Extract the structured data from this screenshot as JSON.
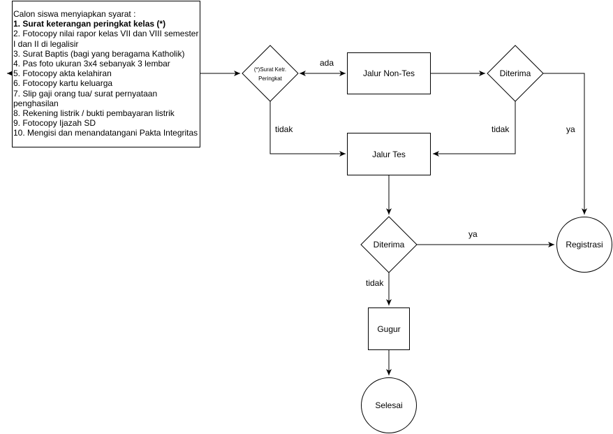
{
  "requirements": {
    "intro": "Calon siswa menyiapkan syarat :",
    "items": [
      "1. Surat keterangan peringkat kelas (*)",
      "2. Fotocopy nilai rapor kelas VII dan VIII semester I dan II di legalisir",
      "3. Surat Baptis (bagi yang beragama Katholik)",
      "4. Pas foto ukuran 3x4 sebanyak 3 lembar",
      "5. Fotocopy akta kelahiran",
      "6. Fotocopy kartu keluarga",
      "7. Slip gaji orang tua/ surat pernyataan penghasilan",
      "8. Rekening listrik / bukti pembayaran listrik",
      "9. Fotocopy Ijazah SD",
      "10. Mengisi dan menandatangani Pakta Integritas"
    ]
  },
  "nodes": {
    "surat_ketr": "(*)Surat Ketr. Peringkat",
    "jalur_non_tes": "Jalur Non-Tes",
    "diterima_1": "Diterima",
    "jalur_tes": "Jalur Tes",
    "diterima_2": "Diterima",
    "registrasi": "Registrasi",
    "gugur": "Gugur",
    "selesai": "Selesai"
  },
  "edge_labels": {
    "ada": "ada",
    "tidak_1": "tidak",
    "tidak_2": "tidak",
    "ya_1": "ya",
    "ya_2": "ya",
    "tidak_3": "tidak"
  },
  "colors": {
    "stroke": "#000000",
    "fill": "#ffffff"
  }
}
